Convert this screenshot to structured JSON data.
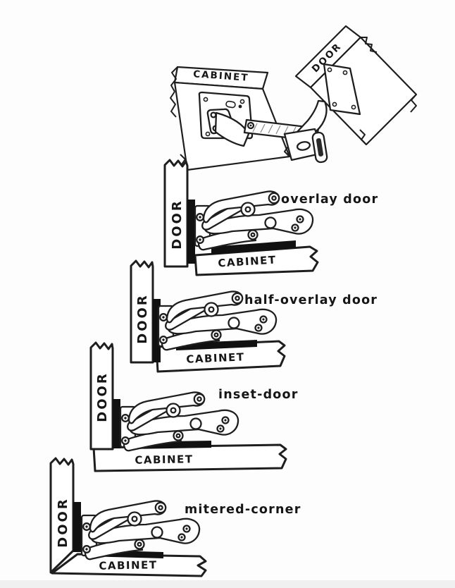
{
  "illustration": {
    "isometric": {
      "cabinet_label": "CABINET",
      "door_label": "DOOR"
    },
    "sections": [
      {
        "type_label": "overlay door",
        "door_label": "DOOR",
        "cabinet_label": "CABINET"
      },
      {
        "type_label": "half-overlay door",
        "door_label": "DOOR",
        "cabinet_label": "CABINET"
      },
      {
        "type_label": "inset-door",
        "door_label": "DOOR",
        "cabinet_label": "CABINET"
      },
      {
        "type_label": "mitered-corner",
        "door_label": "DOOR",
        "cabinet_label": "CABINET"
      }
    ],
    "colors": {
      "ink": "#1e1e1e",
      "paper": "#fdfdfd",
      "hardware_fill": "#ffffff",
      "mount_strip": "#111111"
    }
  }
}
